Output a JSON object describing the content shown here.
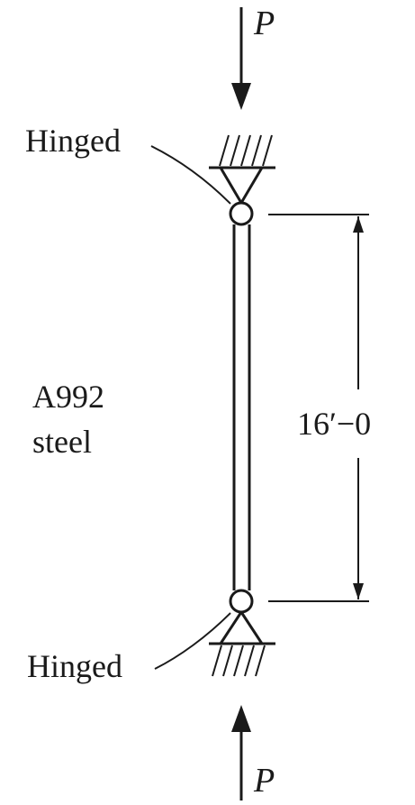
{
  "labels": {
    "load_top": "P",
    "load_bottom": "P",
    "support_top": "Hinged",
    "support_bottom": "Hinged",
    "material_line1": "A992",
    "material_line2": "steel",
    "length": "16′−0"
  },
  "colors": {
    "ink": "#1a1a1a",
    "background": "#ffffff"
  }
}
